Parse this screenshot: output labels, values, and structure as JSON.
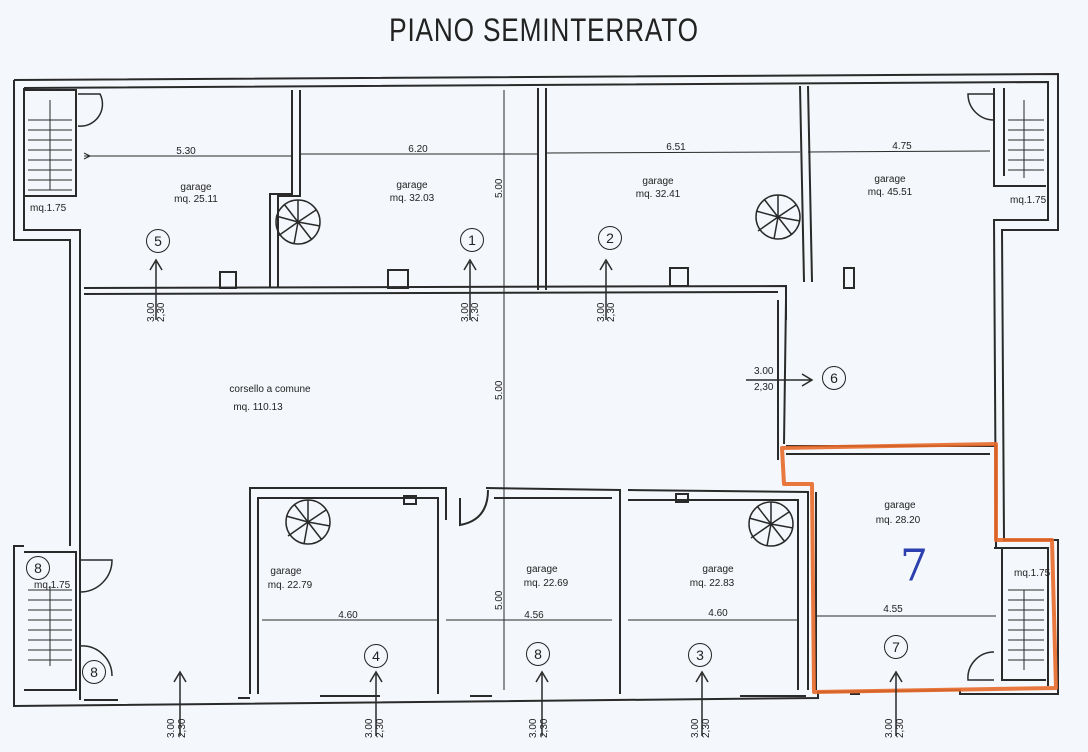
{
  "title": "PIANO SEMINTERRATO",
  "colors": {
    "walls": "#2a2a2a",
    "highlight": "#e8692a",
    "annotation": "#2b3fb0",
    "paper": "#f4f7fb"
  },
  "rooms": {
    "garage5": {
      "name": "garage",
      "area": "mq. 25.11",
      "width": "5.30",
      "number": "5"
    },
    "garage1": {
      "name": "garage",
      "area": "mq. 32.03",
      "width": "6.20",
      "number": "1"
    },
    "garage2": {
      "name": "garage",
      "area": "mq. 32.41",
      "width": "6.51",
      "number": "2"
    },
    "garage6": {
      "name": "garage",
      "area": "mq. 45.51",
      "width": "4.75",
      "number": "6"
    },
    "corsello": {
      "name": "corsello a comune",
      "area": "mq. 110.13"
    },
    "garage4": {
      "name": "garage",
      "area": "mq. 22.79",
      "width": "4.60",
      "number": "4"
    },
    "garage8": {
      "name": "garage",
      "area": "mq. 22.69",
      "width": "4.56",
      "number": "8"
    },
    "garage3": {
      "name": "garage",
      "area": "mq. 22.83",
      "width": "4.60",
      "number": "3"
    },
    "garage7": {
      "name": "garage",
      "area": "mq. 28.20",
      "width": "4.55",
      "number": "7"
    }
  },
  "depth_label": "5.00",
  "stairs": {
    "area": "mq.1.75",
    "numbers": [
      "8",
      "8"
    ]
  },
  "door_dims": {
    "width": "3.00",
    "height": "2,30"
  },
  "handwritten_number": "7"
}
